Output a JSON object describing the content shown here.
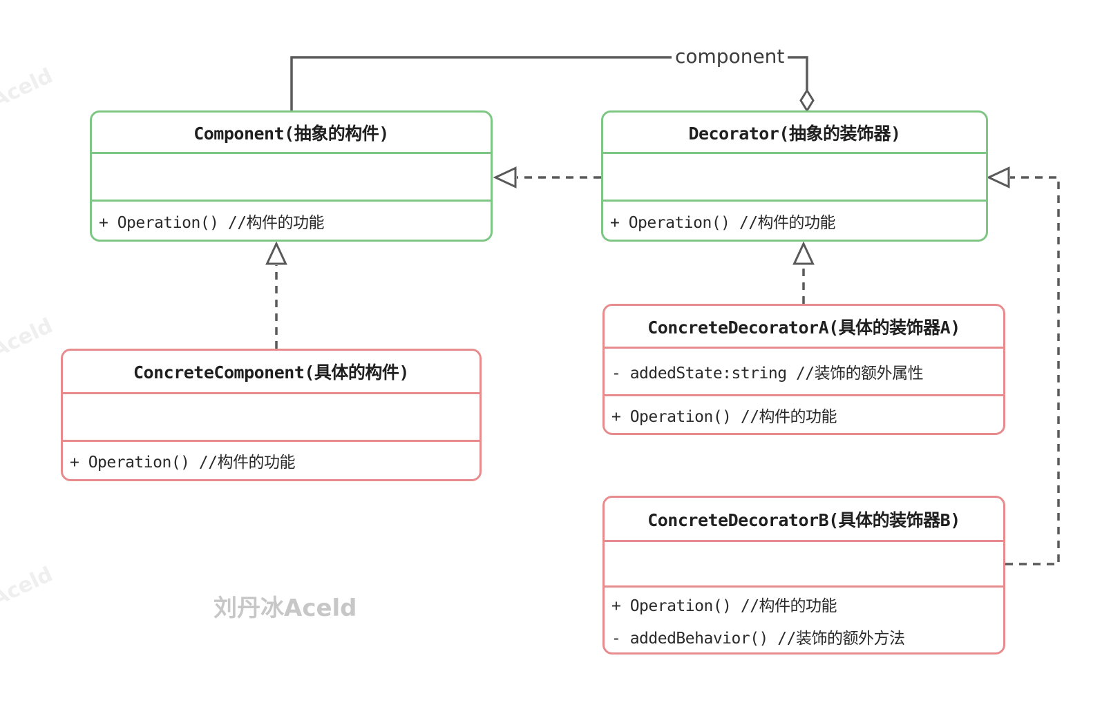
{
  "diagram": {
    "association_label": "component",
    "main_watermark": "刘丹冰Aceld",
    "corner_watermark": "Aceld",
    "colors": {
      "abstract_class_border": "#7ec683",
      "concrete_class_border": "#e88b8d",
      "connector": "#595959",
      "title_text": "#1f1f1f",
      "body_text": "#2a2a2a",
      "watermark": "#c7c7c7",
      "faint_watermark": "#efefef"
    },
    "classes": [
      {
        "id": "component",
        "stereotype": "abstract",
        "title": "Component(抽象的构件)",
        "attributes": [],
        "operations": [
          "+ Operation() //构件的功能"
        ]
      },
      {
        "id": "decorator",
        "stereotype": "abstract",
        "title": "Decorator(抽象的装饰器)",
        "attributes": [],
        "operations": [
          "+ Operation() //构件的功能"
        ]
      },
      {
        "id": "concrete-component",
        "stereotype": "concrete",
        "title": "ConcreteComponent(具体的构件)",
        "attributes": [],
        "operations": [
          "+ Operation() //构件的功能"
        ]
      },
      {
        "id": "concrete-decorator-a",
        "stereotype": "concrete",
        "title": "ConcreteDecoratorA(具体的装饰器A)",
        "attributes": [
          "- addedState:string //装饰的额外属性"
        ],
        "operations": [
          "+ Operation() //构件的功能"
        ]
      },
      {
        "id": "concrete-decorator-b",
        "stereotype": "concrete",
        "title": "ConcreteDecoratorB(具体的装饰器B)",
        "attributes": [],
        "operations": [
          "+ Operation() //构件的功能",
          "- addedBehavior() //装饰的额外方法"
        ]
      }
    ],
    "relations": [
      {
        "type": "aggregation",
        "label": "component",
        "from": "decorator",
        "to": "component"
      },
      {
        "type": "dashed-dependency",
        "from": "decorator",
        "to": "component"
      },
      {
        "type": "dashed-generalization",
        "from": "concrete-component",
        "to": "component"
      },
      {
        "type": "dashed-generalization",
        "from": "concrete-decorator-a",
        "to": "decorator"
      },
      {
        "type": "dashed-generalization",
        "from": "concrete-decorator-b",
        "to": "decorator"
      }
    ]
  }
}
